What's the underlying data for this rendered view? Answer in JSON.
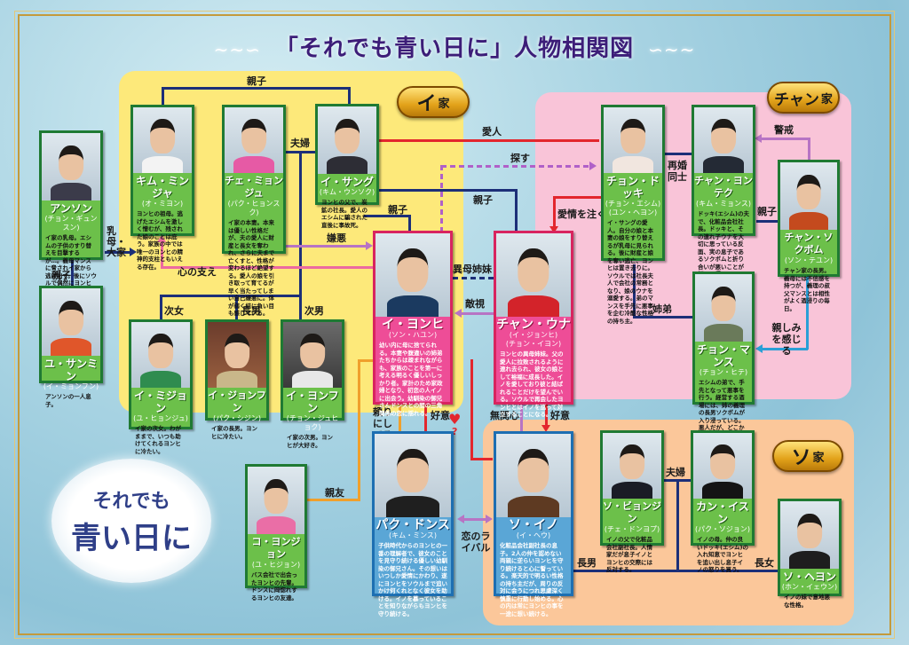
{
  "title": {
    "text": "「それでも青い日に」人物相関図",
    "left_ornament": "~~∽",
    "right_ornament": "∽~~"
  },
  "families": {
    "i": {
      "surname": "イ",
      "suffix": "家",
      "panel_color": "#fde97a"
    },
    "chan": {
      "surname": "チャン",
      "suffix": "家",
      "panel_color": "#f9c4d8"
    },
    "so": {
      "surname": "ソ",
      "suffix": "家",
      "panel_color": "#fbc79a"
    }
  },
  "characters": {
    "anson": {
      "name": "アンソン",
      "actor": "(チョン・ギュンスン)",
      "desc": "イ家の乳母。エシムの子供のすり替えを目撃するが…。義母マンスに脅されイ家から逃げ出す。後にソウルで偶然にヨンヒ達と再会することに。"
    },
    "yu_sanmin": {
      "name": "ユ・サンミン",
      "actor": "(イ・ミョンフン)",
      "desc": "アンソンの一人息子。"
    },
    "kim_minja": {
      "name": "キム・ミンジャ",
      "actor": "(オ・ミヨン)",
      "desc": "ヨンヒの祖母。逃げたエシムを激しく憎むが、残された娘のことは庇う。家族の中では唯一のヨンヒの精神的支柱ともいえる存在。"
    },
    "che_myonju": {
      "name": "チェ・ミョンジュ",
      "actor": "(パク・ヒョンスク)",
      "desc": "イ家の本妻。本来は優しい性格だが、夫の愛人に財産と長女を奪われ、さらに夫まで亡くすと、性格が変わるほど絶望する。愛人の娘を引き取って育てるが早く当たってしまい自己嫌悪に。体が弱く結に負い目も感じている。"
    },
    "i_sangu": {
      "name": "イ・サング",
      "actor": "(キム・ウンソク)",
      "desc": "ヨンヒの父で、炭鉱の社長。愛人のエシムに騙された直後に事故死。"
    },
    "i_mijon": {
      "name": "イ・ミジョン",
      "actor": "(ユ・ヒョンジュ)",
      "desc": "イ家の次女。わがままで、いつも助けてくれるヨンヒに冷たい。"
    },
    "i_jonfun": {
      "name": "イ・ジョンフン",
      "actor": "(パク・シジン)",
      "desc": "イ家の長男。ヨンヒに冷たい。"
    },
    "i_yonfun": {
      "name": "イ・ヨンフン",
      "actor": "(チョン・ジュヒョク)",
      "desc": "イ家の次男。ヨンヒが大好き。"
    },
    "i_yonhi": {
      "name": "イ・ヨンヒ",
      "actor": "(ソン・ハユン)",
      "desc": "幼い内に母に捨てられる。本妻や腹違いの姉弟たちからは疎まれながらも、家族のことを第一に考える明るく優しいしっかり者。家計のため家政婦となり、初恋の人イノに出会う。幼馴染の御兄さんドンスとの間の三角関係の恋に揺れる。"
    },
    "chan_una": {
      "name": "チャン・ウナ",
      "actor": "(イ・ジョンヒ)",
      "actor2": "(チョン・イヨン)",
      "desc": "ヨンヒの異母姉妹。父の愛人に拉致されるように連れ去られ、彼女の娘として裕福に成長した。イノを愛しており彼と結ばれることだけを望んでいる。ソウルで再会したヨンヒとはイノを巡って対立することになる。"
    },
    "chon_dokki": {
      "name": "チョン・ドッキ",
      "actor": "(チョン・エシム)",
      "actor2": "(ユン・ヘヨン)",
      "desc": "イ・サングの愛人。自分の娘と本妻の娘をすり替えるが乳母に見られる。後に財産と娘を奪い逃亡、ヨンヒは置き去りに。ソウルでは社長夫人で会社の常務となり、娘のウナを溺愛する。弟のマンスを手先に悪事を企む冷酷な性格の持ち主。"
    },
    "chan_yontek": {
      "name": "チャン・ヨンテク",
      "actor": "(キム・ミョンス)",
      "desc": "ドッキ(エシム)の夫で、化粧品会社社長。ドッキと、その連れ子ウナを大切に思っている反面、実の息子であるソクボムと折り合いが悪いことが悩みの種。"
    },
    "chan_sokbom": {
      "name": "チャン・ソクボム",
      "actor": "(ソン・テユン)",
      "desc": "チャン家の長男。義母には不信感を持つが、義理の叔父マンスとは相性がよく酒浸りの毎日。"
    },
    "chon_mansu": {
      "name": "チョン・マンス",
      "actor": "(チョン・ヒテ)",
      "desc": "エシムの弟で、手先となって悪事を行う。経営する酒場には、姉の義理の長男ソクボムが入り浸っている。悪人だが、どこか憎めないユーモラスな面も。"
    },
    "paku_donsu": {
      "name": "パク・ドンス",
      "actor": "(キム・ミンス)",
      "desc": "子供時代からのヨンヒの一番の理解者で、彼女のことを見守り続ける優しい幼馴染の御兄さん。その想いはいつしか愛情にかわり、遂にヨンヒをソウルまで追いかけ何くれとなく彼女を助ける。イノを慕っていることを知りながらもヨンヒを守り続ける。"
    },
    "so_ino": {
      "name": "ソ・イノ",
      "actor": "(イ・ヘウ)",
      "desc": "化粧品会社副社長の息子。2人の仲を認めない両親に逆らいヨンヒを守り続けると心に誓っている。楽天的で明るい性格の持ち主だが、周りの反対に会うにつれ思慮深く慎重に行動し始める。心の内は常にヨンヒの事を一途に想い続ける。"
    },
    "ko_yonjon": {
      "name": "コ・ヨンジョン",
      "actor": "(ユ・ヒジョン)",
      "desc": "バス会社で出会ったヨンヒの先輩。ドンスに岡惚れするヨンヒの友達。"
    },
    "so_byonjin": {
      "name": "ソ・ビョンジン",
      "actor": "(チェ・ドンヨプ)",
      "desc": "イノの父で化粧品会社副社長。人情家だが息子イノとヨンヒの交際には反対する。"
    },
    "kan_isun": {
      "name": "カン・イスン",
      "actor": "(パク・ソジョン)",
      "desc": "イノの母。仲の良いドッキ(エシム)の入れ知恵でヨンヒを追い出し息子イノの怒りを買う。"
    },
    "so_heyon": {
      "name": "ソ・ヘヨン",
      "actor": "(ホン・イェウン)",
      "desc": "イノの妹で意地悪な性格。"
    }
  },
  "relations": {
    "oya_ko_top": "親子",
    "fuufu_i": "夫婦",
    "uba_ooya": "乳母・大家",
    "oya_ko_left": "親子",
    "kokoro_sasae": "心の支え",
    "keno": "嫌悪",
    "jijo": "次女",
    "chonan": "長男",
    "jinan": "次男",
    "oyako_i_yonhi": "親子",
    "oyako_chan": "親子",
    "aijin": "愛人",
    "sagasu": "探す",
    "aijo": "愛情を注ぐ",
    "saikon": "再婚同士",
    "keikai": "警戒",
    "oyako_right": "親子",
    "shitei": "姉弟",
    "shitashimi": "親しみを感じる",
    "ibo": "異母姉妹",
    "tekishi": "敵視",
    "tayori": "頼りにしてる",
    "koui_1": "好意",
    "mukanshin": "無関心",
    "koui_2": "好意",
    "koi_rival": "恋のライバル",
    "shinyu": "親友",
    "fuufu_so": "夫婦",
    "chonan_so": "長男",
    "chojo": "長女",
    "heart_q": "?"
  },
  "logo": {
    "line1": "それでも",
    "line2": "青い日に"
  },
  "colors": {
    "title": "#3c1d78",
    "card_green": "#6cc04a",
    "card_pink": "#ee4d97",
    "card_blue": "#5aa6d6",
    "line_navy": "#1c2f78",
    "line_red": "#e3262d"
  }
}
